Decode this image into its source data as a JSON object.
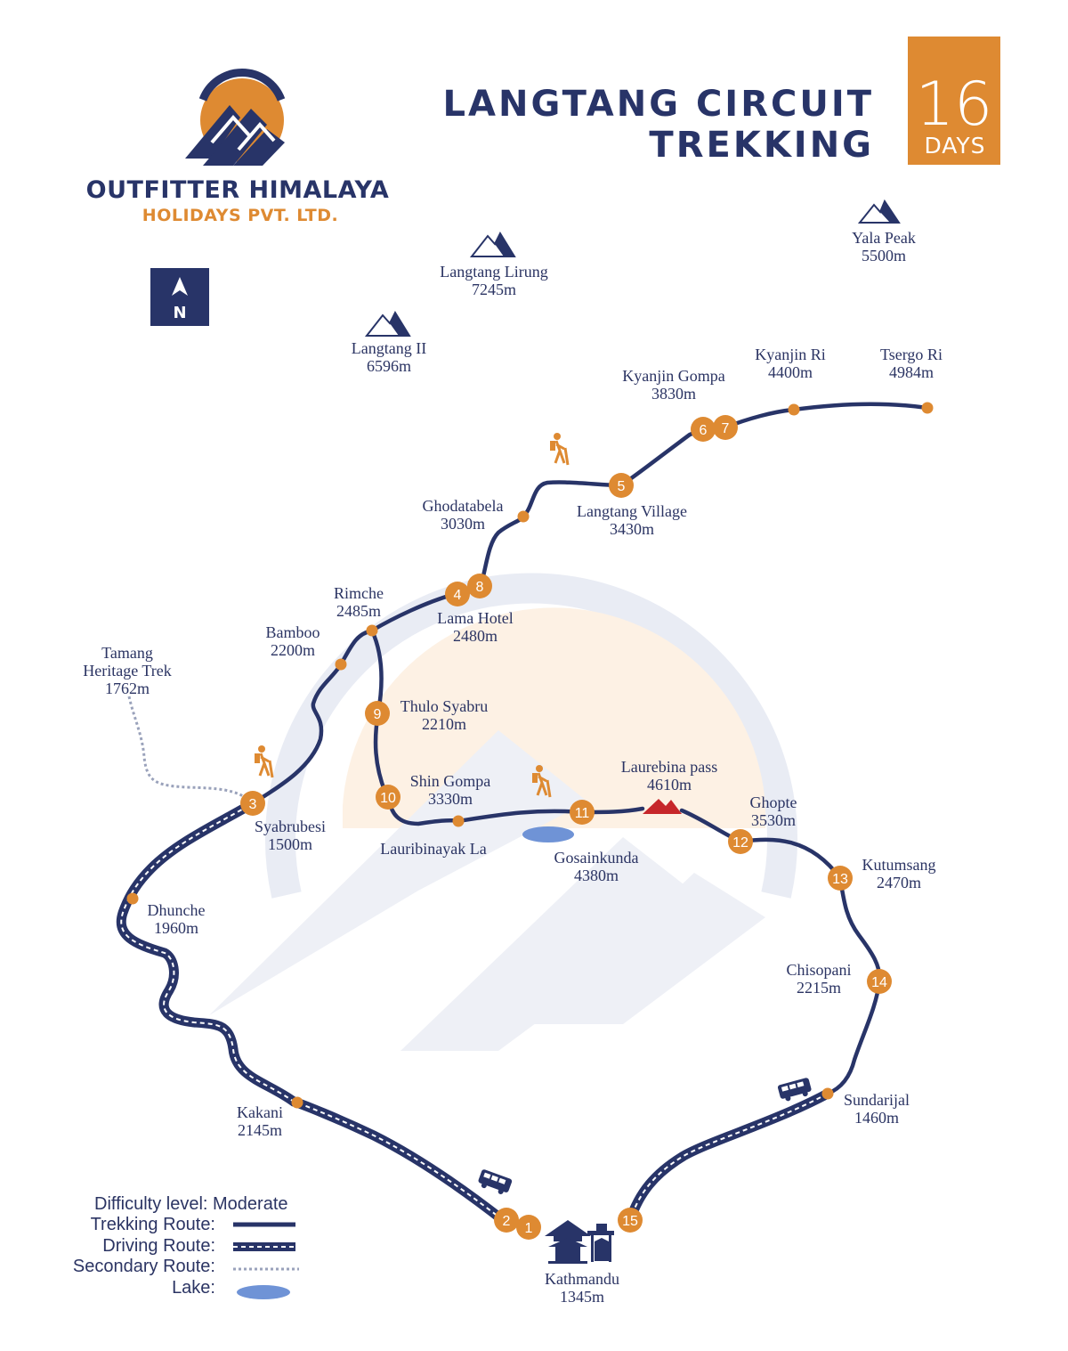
{
  "brand": {
    "name": "OUTFITTER HIMALAYA",
    "subtitle": "HOLIDAYS PVT. LTD."
  },
  "title": {
    "line1": "LANGTANG CIRCUIT",
    "line2": "TREKKING"
  },
  "duration": {
    "number": "16",
    "unit": "DAYS"
  },
  "compass": {
    "letter": "N"
  },
  "colors": {
    "navy": "#283468",
    "orange": "#de8a32",
    "lake": "#6f93d6",
    "pass": "#c6262a"
  },
  "peaks": [
    {
      "name": "Langtang Lirung",
      "elevation": "7245m"
    },
    {
      "name": "Langtang II",
      "elevation": "6596m"
    },
    {
      "name": "Yala Peak",
      "elevation": "5500m"
    }
  ],
  "places": {
    "kyanjin_gompa": {
      "name": "Kyanjin Gompa",
      "elevation": "3830m"
    },
    "kyanjin_ri": {
      "name": "Kyanjin Ri",
      "elevation": "4400m"
    },
    "tsergo_ri": {
      "name": "Tsergo Ri",
      "elevation": "4984m"
    },
    "langtang_village": {
      "name": "Langtang Village",
      "elevation": "3430m"
    },
    "ghodatabela": {
      "name": "Ghodatabela",
      "elevation": "3030m"
    },
    "rimche": {
      "name": "Rimche",
      "elevation": "2485m"
    },
    "lama_hotel": {
      "name": "Lama Hotel",
      "elevation": "2480m"
    },
    "bamboo": {
      "name": "Bamboo",
      "elevation": "2200m"
    },
    "tamang": {
      "name1": "Tamang",
      "name2": "Heritage Trek",
      "elevation": "1762m"
    },
    "thulo_syabru": {
      "name": "Thulo Syabru",
      "elevation": "2210m"
    },
    "shin_gompa": {
      "name": "Shin Gompa",
      "elevation": "3330m"
    },
    "laurebina_pass": {
      "name": "Laurebina pass",
      "elevation": "4610m"
    },
    "ghopte": {
      "name": "Ghopte",
      "elevation": "3530m"
    },
    "syabrubesi": {
      "name": "Syabrubesi",
      "elevation": "1500m"
    },
    "lauribinayak_la": {
      "name": "Lauribinayak La"
    },
    "gosainkunda": {
      "name": "Gosainkunda",
      "elevation": "4380m"
    },
    "kutumsang": {
      "name": "Kutumsang",
      "elevation": "2470m"
    },
    "dhunche": {
      "name": "Dhunche",
      "elevation": "1960m"
    },
    "chisopani": {
      "name": "Chisopani",
      "elevation": "2215m"
    },
    "sundarijal": {
      "name": "Sundarijal",
      "elevation": "1460m"
    },
    "kakani": {
      "name": "Kakani",
      "elevation": "2145m"
    },
    "kathmandu": {
      "name": "Kathmandu",
      "elevation": "1345m"
    }
  },
  "stops": [
    {
      "day": "1"
    },
    {
      "day": "2"
    },
    {
      "day": "3"
    },
    {
      "day": "4"
    },
    {
      "day": "5"
    },
    {
      "day": "6"
    },
    {
      "day": "7"
    },
    {
      "day": "8"
    },
    {
      "day": "9"
    },
    {
      "day": "10"
    },
    {
      "day": "11"
    },
    {
      "day": "12"
    },
    {
      "day": "13"
    },
    {
      "day": "14"
    },
    {
      "day": "15"
    }
  ],
  "legend": {
    "difficulty": "Difficulty level: Moderate",
    "trekking": "Trekking Route:",
    "driving": "Driving Route:",
    "secondary": "Secondary Route:",
    "lake": "Lake:"
  }
}
